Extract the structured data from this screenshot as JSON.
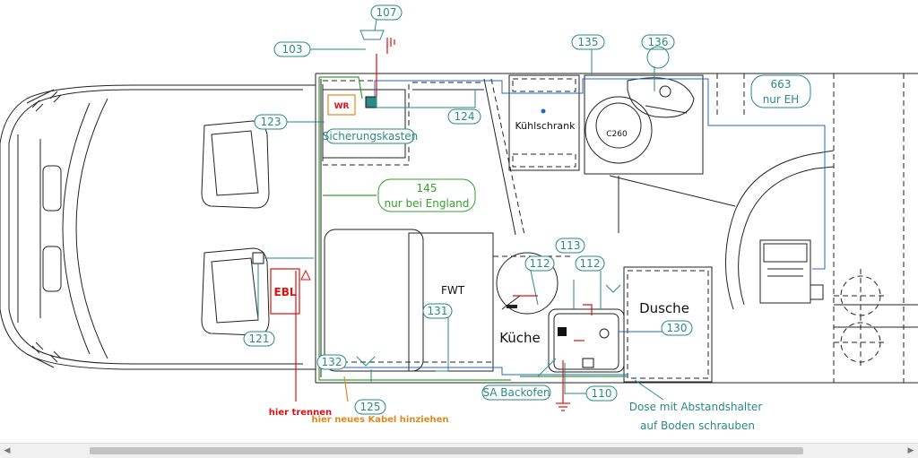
{
  "labels": {
    "l107": "107",
    "l103": "103",
    "l123": "123",
    "l124": "124",
    "l135": "135",
    "l136": "136",
    "l663": "663",
    "l663_sub": "nur EH",
    "l145": "145",
    "l145_sub": "nur bei England",
    "l113": "113",
    "l112a": "112",
    "l112b": "112",
    "l131": "131",
    "l130": "130",
    "l121": "121",
    "l132": "132",
    "l125": "125",
    "l110": "110"
  },
  "texts": {
    "wr": "WR",
    "sicherungskasten": "Sicherungskasten",
    "kuehlschrank": "Kühlschrank",
    "c260": "C260",
    "fwt": "FWT",
    "kueche": "Küche",
    "dusche": "Dusche",
    "ebl": "EBL",
    "sa_backofen": "SA Backofen",
    "dose_line1": "Dose mit Abstandshalter",
    "dose_line2": "auf Boden schrauben",
    "hier_trennen": "hier trennen",
    "hier_neues_kabel": "hier neues Kabel hinziehen"
  },
  "colors": {
    "teal": "#2a8a84",
    "green": "#33a02c",
    "red": "#dd1111",
    "orange": "#e08a1e",
    "blue": "#2266cc"
  },
  "scrollbar": {
    "left_icon": "arrow-left-icon",
    "right_icon": "arrow-right-icon"
  }
}
